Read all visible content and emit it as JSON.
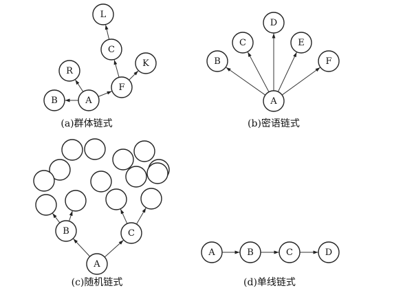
{
  "panels": [
    {
      "id": "a",
      "caption": "(a)群体链式",
      "nodes": [
        {
          "id": "L",
          "label": "L"
        },
        {
          "id": "C",
          "label": "C"
        },
        {
          "id": "K",
          "label": "K"
        },
        {
          "id": "R",
          "label": "R"
        },
        {
          "id": "F",
          "label": "F"
        },
        {
          "id": "B",
          "label": "B"
        },
        {
          "id": "A",
          "label": "A"
        }
      ],
      "edges": [
        {
          "from": "A",
          "to": "B"
        },
        {
          "from": "A",
          "to": "R"
        },
        {
          "from": "A",
          "to": "F"
        },
        {
          "from": "F",
          "to": "C"
        },
        {
          "from": "F",
          "to": "K"
        },
        {
          "from": "C",
          "to": "L"
        }
      ]
    },
    {
      "id": "b",
      "caption": "(b)密语链式",
      "nodes": [
        {
          "id": "D",
          "label": "D"
        },
        {
          "id": "C",
          "label": "C"
        },
        {
          "id": "E",
          "label": "E"
        },
        {
          "id": "B",
          "label": "B"
        },
        {
          "id": "F",
          "label": "F"
        },
        {
          "id": "A",
          "label": "A"
        }
      ],
      "edges": [
        {
          "from": "A",
          "to": "B"
        },
        {
          "from": "A",
          "to": "C"
        },
        {
          "from": "A",
          "to": "D"
        },
        {
          "from": "A",
          "to": "E"
        },
        {
          "from": "A",
          "to": "F"
        }
      ]
    },
    {
      "id": "c",
      "caption": "(c)随机链式",
      "nodes": [
        {
          "id": "A",
          "label": "A"
        },
        {
          "id": "B",
          "label": "B"
        },
        {
          "id": "C",
          "label": "C"
        },
        {
          "id": "b1",
          "label": ""
        },
        {
          "id": "b2",
          "label": ""
        },
        {
          "id": "c1",
          "label": ""
        },
        {
          "id": "c2",
          "label": ""
        },
        {
          "id": "u1",
          "label": ""
        },
        {
          "id": "u2",
          "label": ""
        },
        {
          "id": "u3",
          "label": ""
        },
        {
          "id": "u4",
          "label": ""
        },
        {
          "id": "u5",
          "label": ""
        },
        {
          "id": "u6",
          "label": ""
        },
        {
          "id": "u7",
          "label": ""
        },
        {
          "id": "u8",
          "label": ""
        },
        {
          "id": "u9",
          "label": ""
        },
        {
          "id": "u10",
          "label": ""
        }
      ],
      "edges": [
        {
          "from": "A",
          "to": "B"
        },
        {
          "from": "A",
          "to": "C"
        },
        {
          "from": "B",
          "to": "b1"
        },
        {
          "from": "B",
          "to": "b2"
        },
        {
          "from": "C",
          "to": "c1"
        },
        {
          "from": "C",
          "to": "c2"
        }
      ]
    },
    {
      "id": "d",
      "caption": "(d)单线链式",
      "nodes": [
        {
          "id": "A",
          "label": "A"
        },
        {
          "id": "B",
          "label": "B"
        },
        {
          "id": "C",
          "label": "C"
        },
        {
          "id": "D",
          "label": "D"
        }
      ],
      "edges": [
        {
          "from": "A",
          "to": "B"
        },
        {
          "from": "B",
          "to": "C"
        },
        {
          "from": "C",
          "to": "D"
        }
      ]
    }
  ]
}
